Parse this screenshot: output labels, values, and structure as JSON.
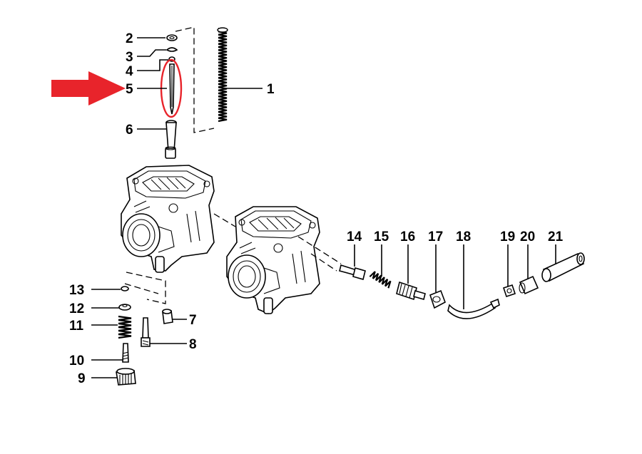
{
  "diagram": {
    "callouts": {
      "c1": "1",
      "c2": "2",
      "c3": "3",
      "c4": "4",
      "c5": "5",
      "c6": "6",
      "c7": "7",
      "c8": "8",
      "c9": "9",
      "c10": "10",
      "c11": "11",
      "c12": "12",
      "c13": "13",
      "c14": "14",
      "c15": "15",
      "c16": "16",
      "c17": "17",
      "c18": "18",
      "c19": "19",
      "c20": "20",
      "c21": "21"
    },
    "highlight": {
      "color": "#e8242b",
      "target": "5"
    },
    "colors": {
      "ink": "#000000",
      "arrow": "#e8242b",
      "background": "#ffffff"
    }
  }
}
